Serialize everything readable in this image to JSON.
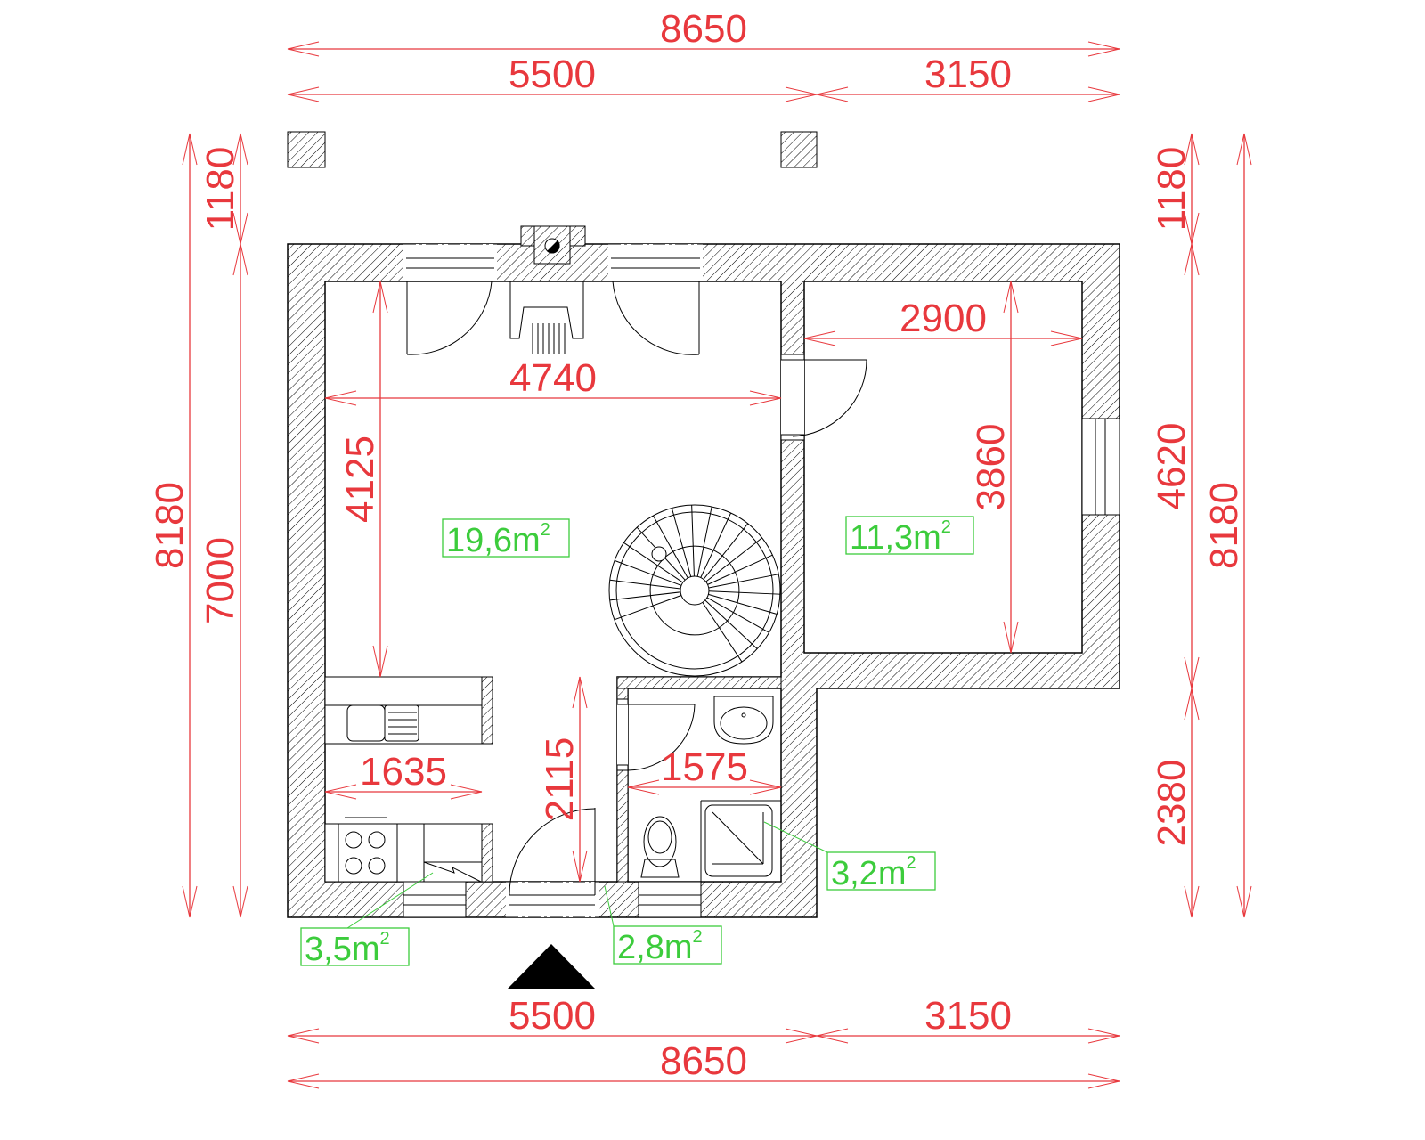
{
  "colors": {
    "dimension": "#e8383d",
    "area": "#3ccc3c",
    "wall": "#000000"
  },
  "dimensions": {
    "top_total": "8650",
    "top_left": "5500",
    "top_right": "3150",
    "bottom_total": "8650",
    "bottom_left": "5500",
    "bottom_right": "3150",
    "left_total": "8180",
    "left_upper": "1180",
    "left_lower": "7000",
    "right_total": "8180",
    "right_upper": "1180",
    "right_middle": "4620",
    "right_lower": "2380",
    "living_width": "4740",
    "living_depth": "4125",
    "room_width": "2900",
    "room_depth": "3860",
    "kitchen_width": "1635",
    "hall_depth": "2115",
    "bath_width": "1575"
  },
  "areas": {
    "living": {
      "value": "19,6m",
      "sup": "2"
    },
    "room": {
      "value": "11,3m",
      "sup": "2"
    },
    "bath": {
      "value": "3,2m",
      "sup": "2"
    },
    "kitchen": {
      "value": "3,5m",
      "sup": "2"
    },
    "hall": {
      "value": "2,8m",
      "sup": "2"
    }
  }
}
